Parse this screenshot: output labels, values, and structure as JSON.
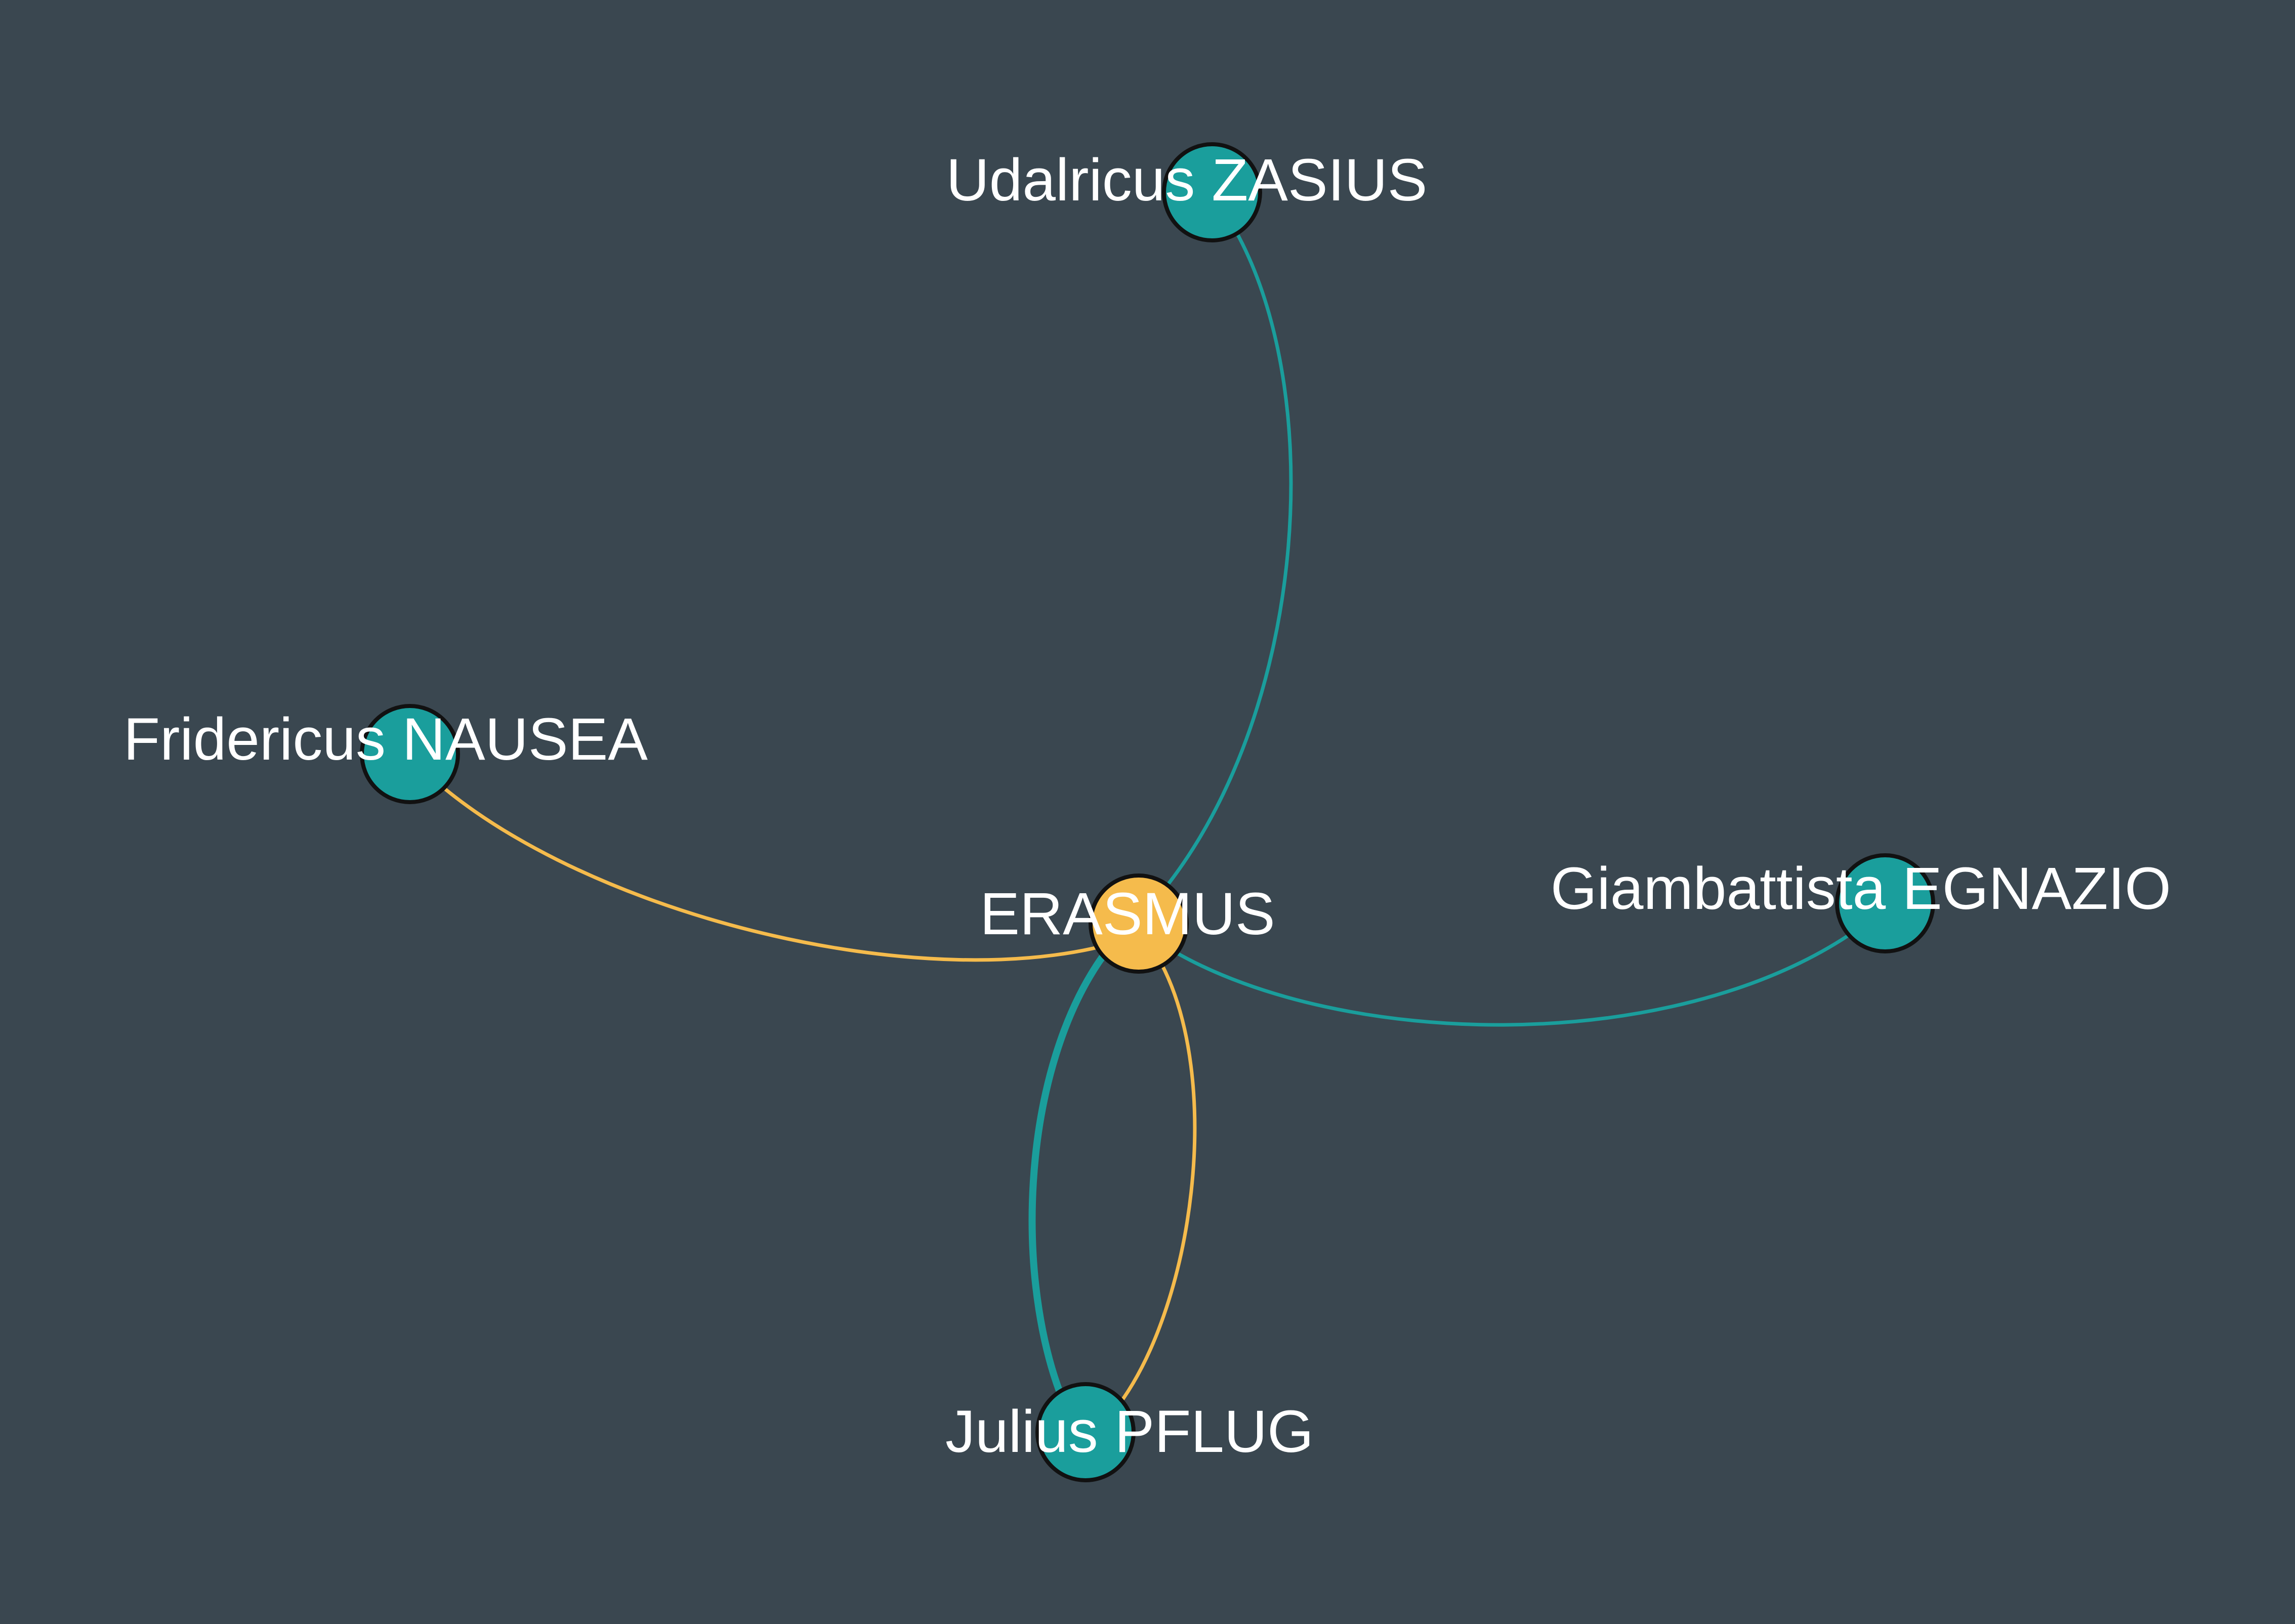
{
  "colors": {
    "background": "#3a4750",
    "node_outline": "#111111",
    "teal": "#1a9e9c",
    "gold": "#f5bb4c"
  },
  "nodes": [
    {
      "id": "erasmus",
      "label": "ERASMUS",
      "color": "#f5bb4c"
    },
    {
      "id": "zasius",
      "label": "Udalricus ZASIUS",
      "color": "#1a9e9c"
    },
    {
      "id": "nausea",
      "label": "Fridericus NAUSEA",
      "color": "#1a9e9c"
    },
    {
      "id": "egnazio",
      "label": "Giambattista EGNAZIO",
      "color": "#1a9e9c"
    },
    {
      "id": "pflug",
      "label": "Julius PFLUG",
      "color": "#1a9e9c"
    }
  ],
  "edges": [
    {
      "source": "erasmus",
      "target": "zasius",
      "color": "#1a9e9c",
      "weight": 1
    },
    {
      "source": "nausea",
      "target": "erasmus",
      "color": "#f5bb4c",
      "weight": 1
    },
    {
      "source": "erasmus",
      "target": "egnazio",
      "color": "#1a9e9c",
      "weight": 1
    },
    {
      "source": "erasmus",
      "target": "pflug",
      "color": "#1a9e9c",
      "weight": 2
    },
    {
      "source": "erasmus",
      "target": "pflug",
      "color": "#f5bb4c",
      "weight": 1
    }
  ]
}
